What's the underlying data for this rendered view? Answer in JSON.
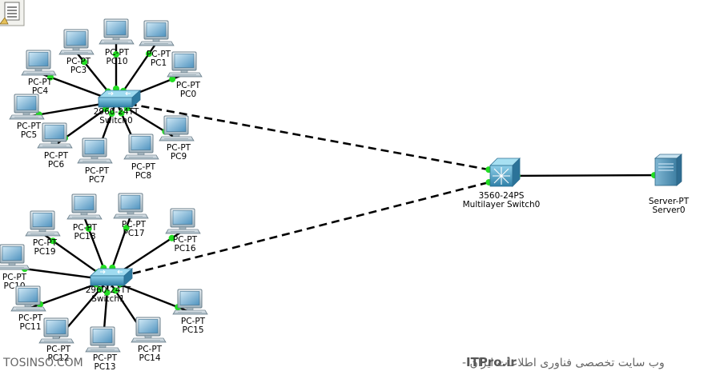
{
  "colors": {
    "link": "#000000",
    "link_up": "#22dd22",
    "device_screen": "#6fb1d6",
    "switch_body": "#3f8fb5",
    "watermark": "#666666"
  },
  "icons": {
    "pc": "pc-icon",
    "switch": "switch-icon",
    "multilayer_switch": "multilayer-switch-icon",
    "server": "server-icon",
    "note": "note-tool-icon"
  },
  "switches": [
    {
      "id": "sw0",
      "model": "2960-24TT",
      "name": "Switch0"
    },
    {
      "id": "sw1",
      "model": "2960-24TT",
      "name": "Switch1"
    }
  ],
  "multilayer_switch": {
    "model": "3560-24PS",
    "name": "Multilayer Switch0"
  },
  "server": {
    "model": "Server-PT",
    "name": "Server0"
  },
  "pcs": [
    {
      "id": "pc0",
      "model": "PC-PT",
      "name": "PC0",
      "sw": "sw0"
    },
    {
      "id": "pc1",
      "model": "PC-PT",
      "name": "PC1",
      "sw": "sw0"
    },
    {
      "id": "pc10",
      "model": "PC-PT",
      "name": "PC10",
      "sw": "sw0"
    },
    {
      "id": "pc3",
      "model": "PC-PT",
      "name": "PC3",
      "sw": "sw0"
    },
    {
      "id": "pc4",
      "model": "PC-PT",
      "name": "PC4",
      "sw": "sw0"
    },
    {
      "id": "pc5",
      "model": "PC-PT",
      "name": "PC5",
      "sw": "sw0"
    },
    {
      "id": "pc6",
      "model": "PC-PT",
      "name": "PC6",
      "sw": "sw0"
    },
    {
      "id": "pc7",
      "model": "PC-PT",
      "name": "PC7",
      "sw": "sw0"
    },
    {
      "id": "pc8",
      "model": "PC-PT",
      "name": "PC8",
      "sw": "sw0"
    },
    {
      "id": "pc9",
      "model": "PC-PT",
      "name": "PC9",
      "sw": "sw0"
    },
    {
      "id": "pc16",
      "model": "PC-PT",
      "name": "PC16",
      "sw": "sw1"
    },
    {
      "id": "pc17",
      "model": "PC-PT",
      "name": "PC17",
      "sw": "sw1"
    },
    {
      "id": "pc18",
      "model": "PC-PT",
      "name": "PC18",
      "sw": "sw1"
    },
    {
      "id": "pc19",
      "model": "PC-PT",
      "name": "PC19",
      "sw": "sw1"
    },
    {
      "id": "pc10b",
      "model": "PC-PT",
      "name": "PC10",
      "sw": "sw1"
    },
    {
      "id": "pc11",
      "model": "PC-PT",
      "name": "PC11",
      "sw": "sw1"
    },
    {
      "id": "pc12",
      "model": "PC-PT",
      "name": "PC12",
      "sw": "sw1"
    },
    {
      "id": "pc13",
      "model": "PC-PT",
      "name": "PC13",
      "sw": "sw1"
    },
    {
      "id": "pc14",
      "model": "PC-PT",
      "name": "PC14",
      "sw": "sw1"
    },
    {
      "id": "pc15",
      "model": "PC-PT",
      "name": "PC15",
      "sw": "sw1"
    }
  ],
  "watermark": {
    "left": "TOSINSO.COM",
    "site": "ITPro.ir",
    "tagline": "وب سایت تخصصی فناوری اطلاعات ایران -"
  }
}
